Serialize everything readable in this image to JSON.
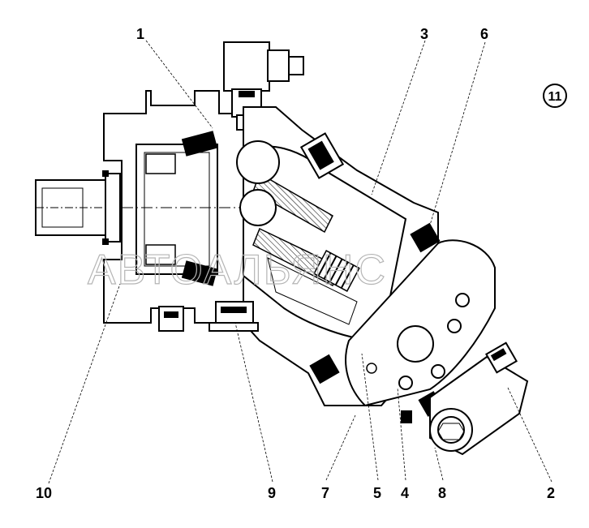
{
  "watermark": "АВТОАЛЬЯНС",
  "figure_badge": "11",
  "callouts": {
    "c1": "1",
    "c2": "2",
    "c3": "3",
    "c4": "4",
    "c5": "5",
    "c6": "6",
    "c7": "7",
    "c8": "8",
    "c9": "9",
    "c10": "10"
  },
  "colors": {
    "ink": "#000000",
    "hatch": "#000000",
    "watermark": "#b5b5b5",
    "paper": "#ffffff"
  }
}
